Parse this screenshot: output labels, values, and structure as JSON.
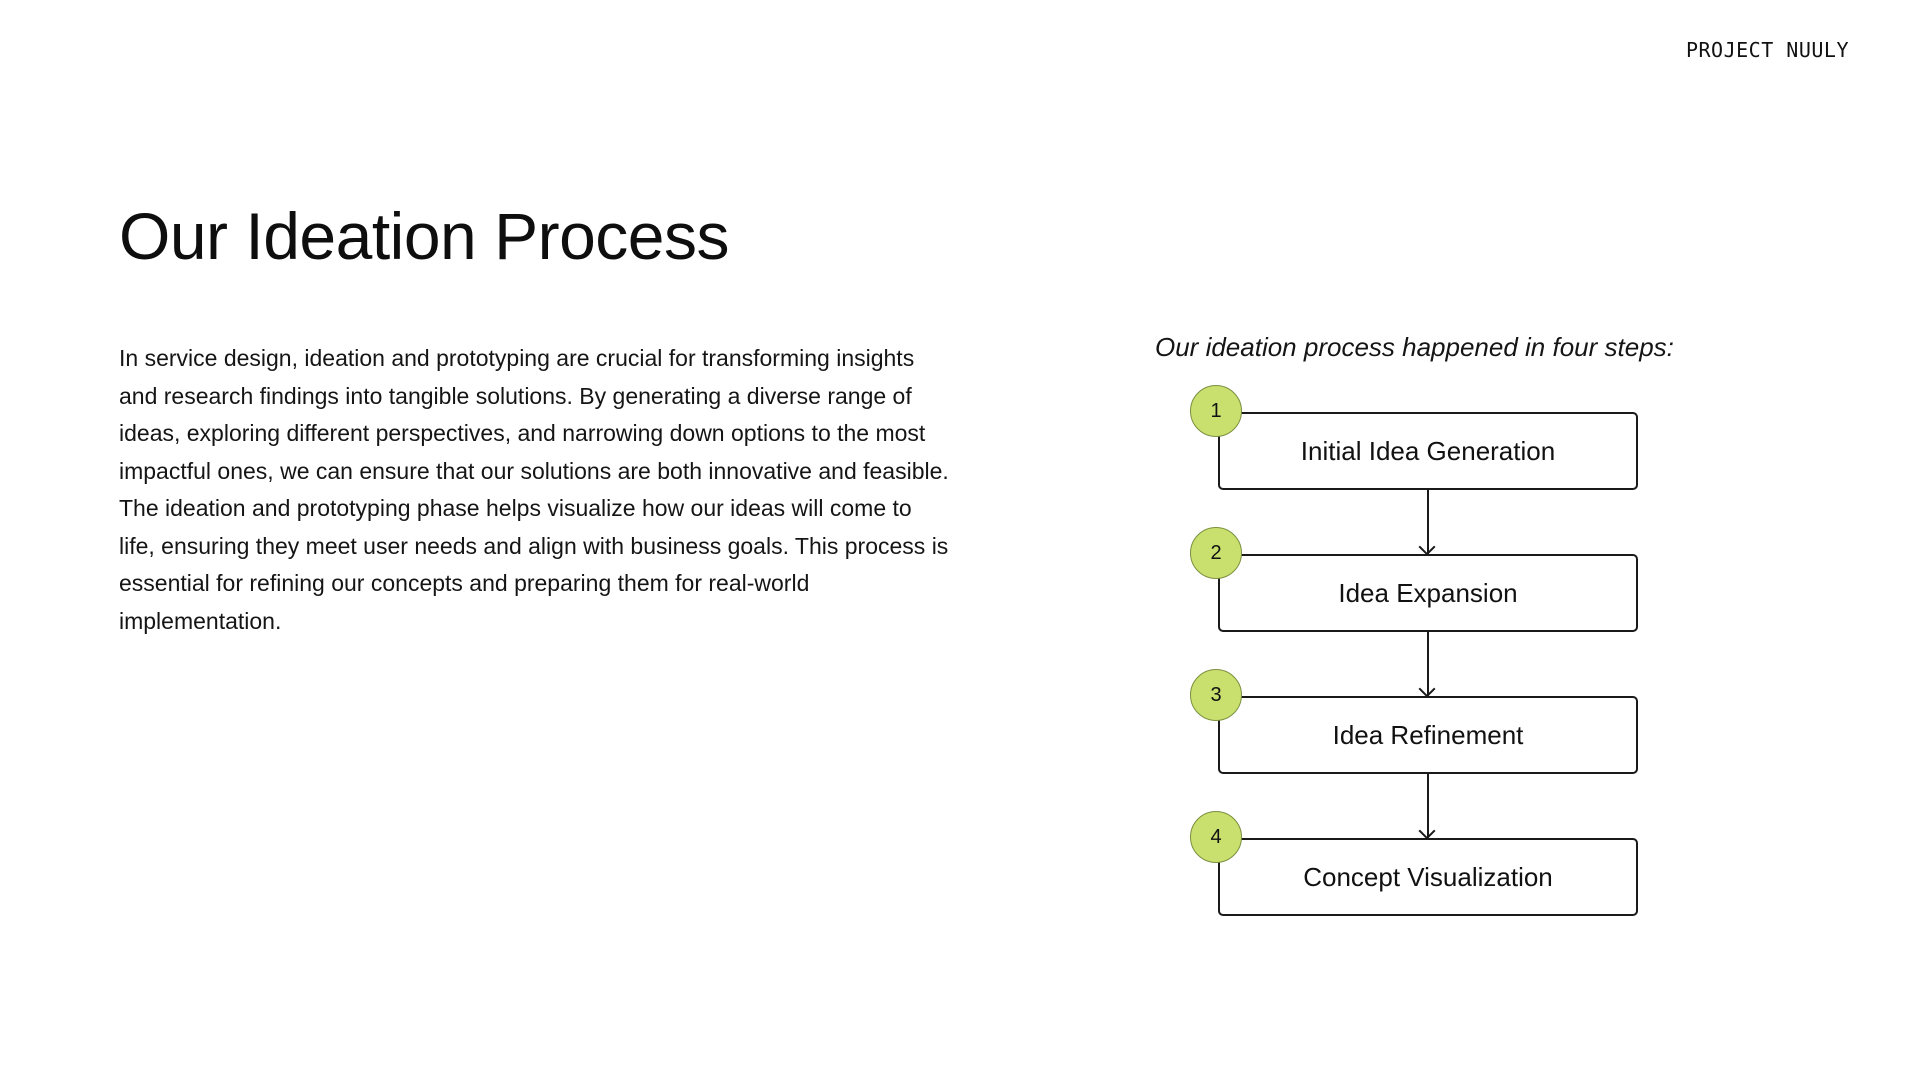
{
  "header": {
    "project_label": "PROJECT NUULY"
  },
  "main": {
    "title": "Our Ideation Process",
    "body": "In service design, ideation and prototyping are crucial for transforming insights and research findings into tangible solutions. By generating a diverse range of ideas, exploring different perspectives, and narrowing down options to the most impactful ones, we can ensure that our solutions are both innovative and feasible. The ideation and prototyping phase helps visualize how our ideas will come to life, ensuring they meet user needs and align with business goals. This process is essential for refining our concepts and preparing them for real-world implementation."
  },
  "process": {
    "caption": "Our ideation process happened in four steps:",
    "steps": [
      {
        "number": "1",
        "label": "Initial Idea Generation"
      },
      {
        "number": "2",
        "label": "Idea Expansion"
      },
      {
        "number": "3",
        "label": "Idea Refinement"
      },
      {
        "number": "4",
        "label": "Concept Visualization"
      }
    ]
  },
  "colors": {
    "badge_fill": "#c9e06f",
    "badge_border": "#7a8f3e",
    "text": "#111111",
    "background": "#ffffff"
  }
}
